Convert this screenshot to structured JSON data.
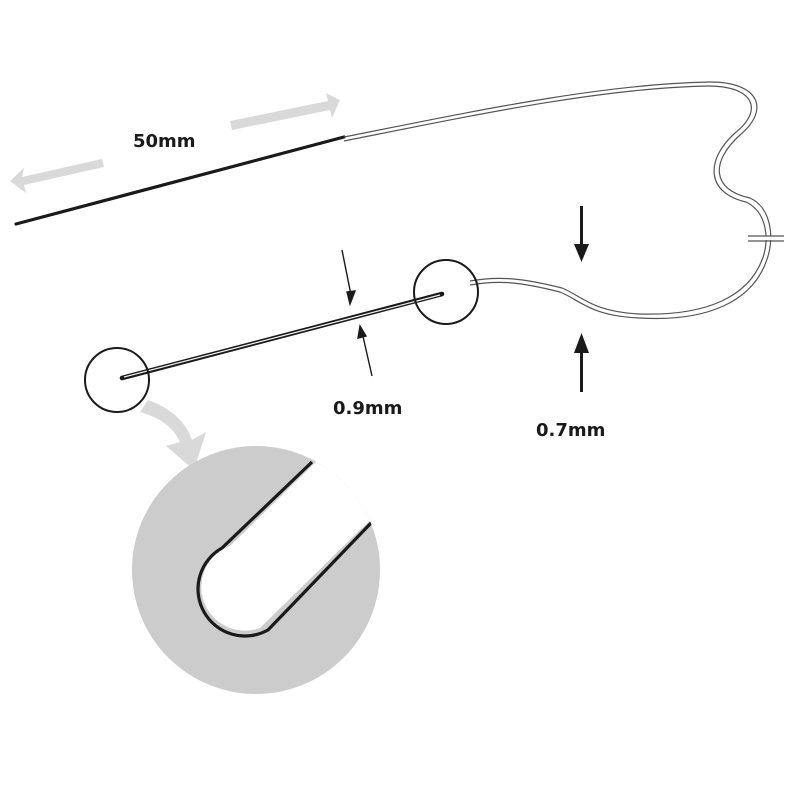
{
  "labels": {
    "length": "50mm",
    "needle_diameter": "0.9mm",
    "thread_diameter": "0.7mm"
  },
  "colors": {
    "ink": "#1a1a1a",
    "thread": "#555555",
    "arrow_gray": "#d9d9d9",
    "zoom_gray": "#cccccc",
    "background": "#ffffff"
  }
}
